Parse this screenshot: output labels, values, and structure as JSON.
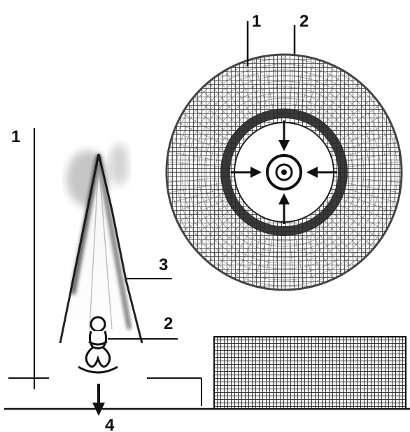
{
  "labels": {
    "top_view_1": "1",
    "top_view_2": "2",
    "side_view_1": "1",
    "side_view_3": "3",
    "side_view_2": "2",
    "side_view_4": "4"
  },
  "colors": {
    "ink": "#111111",
    "grid": "#555555",
    "ring": "#2b2b2b",
    "haze": "#bdbdbd"
  }
}
